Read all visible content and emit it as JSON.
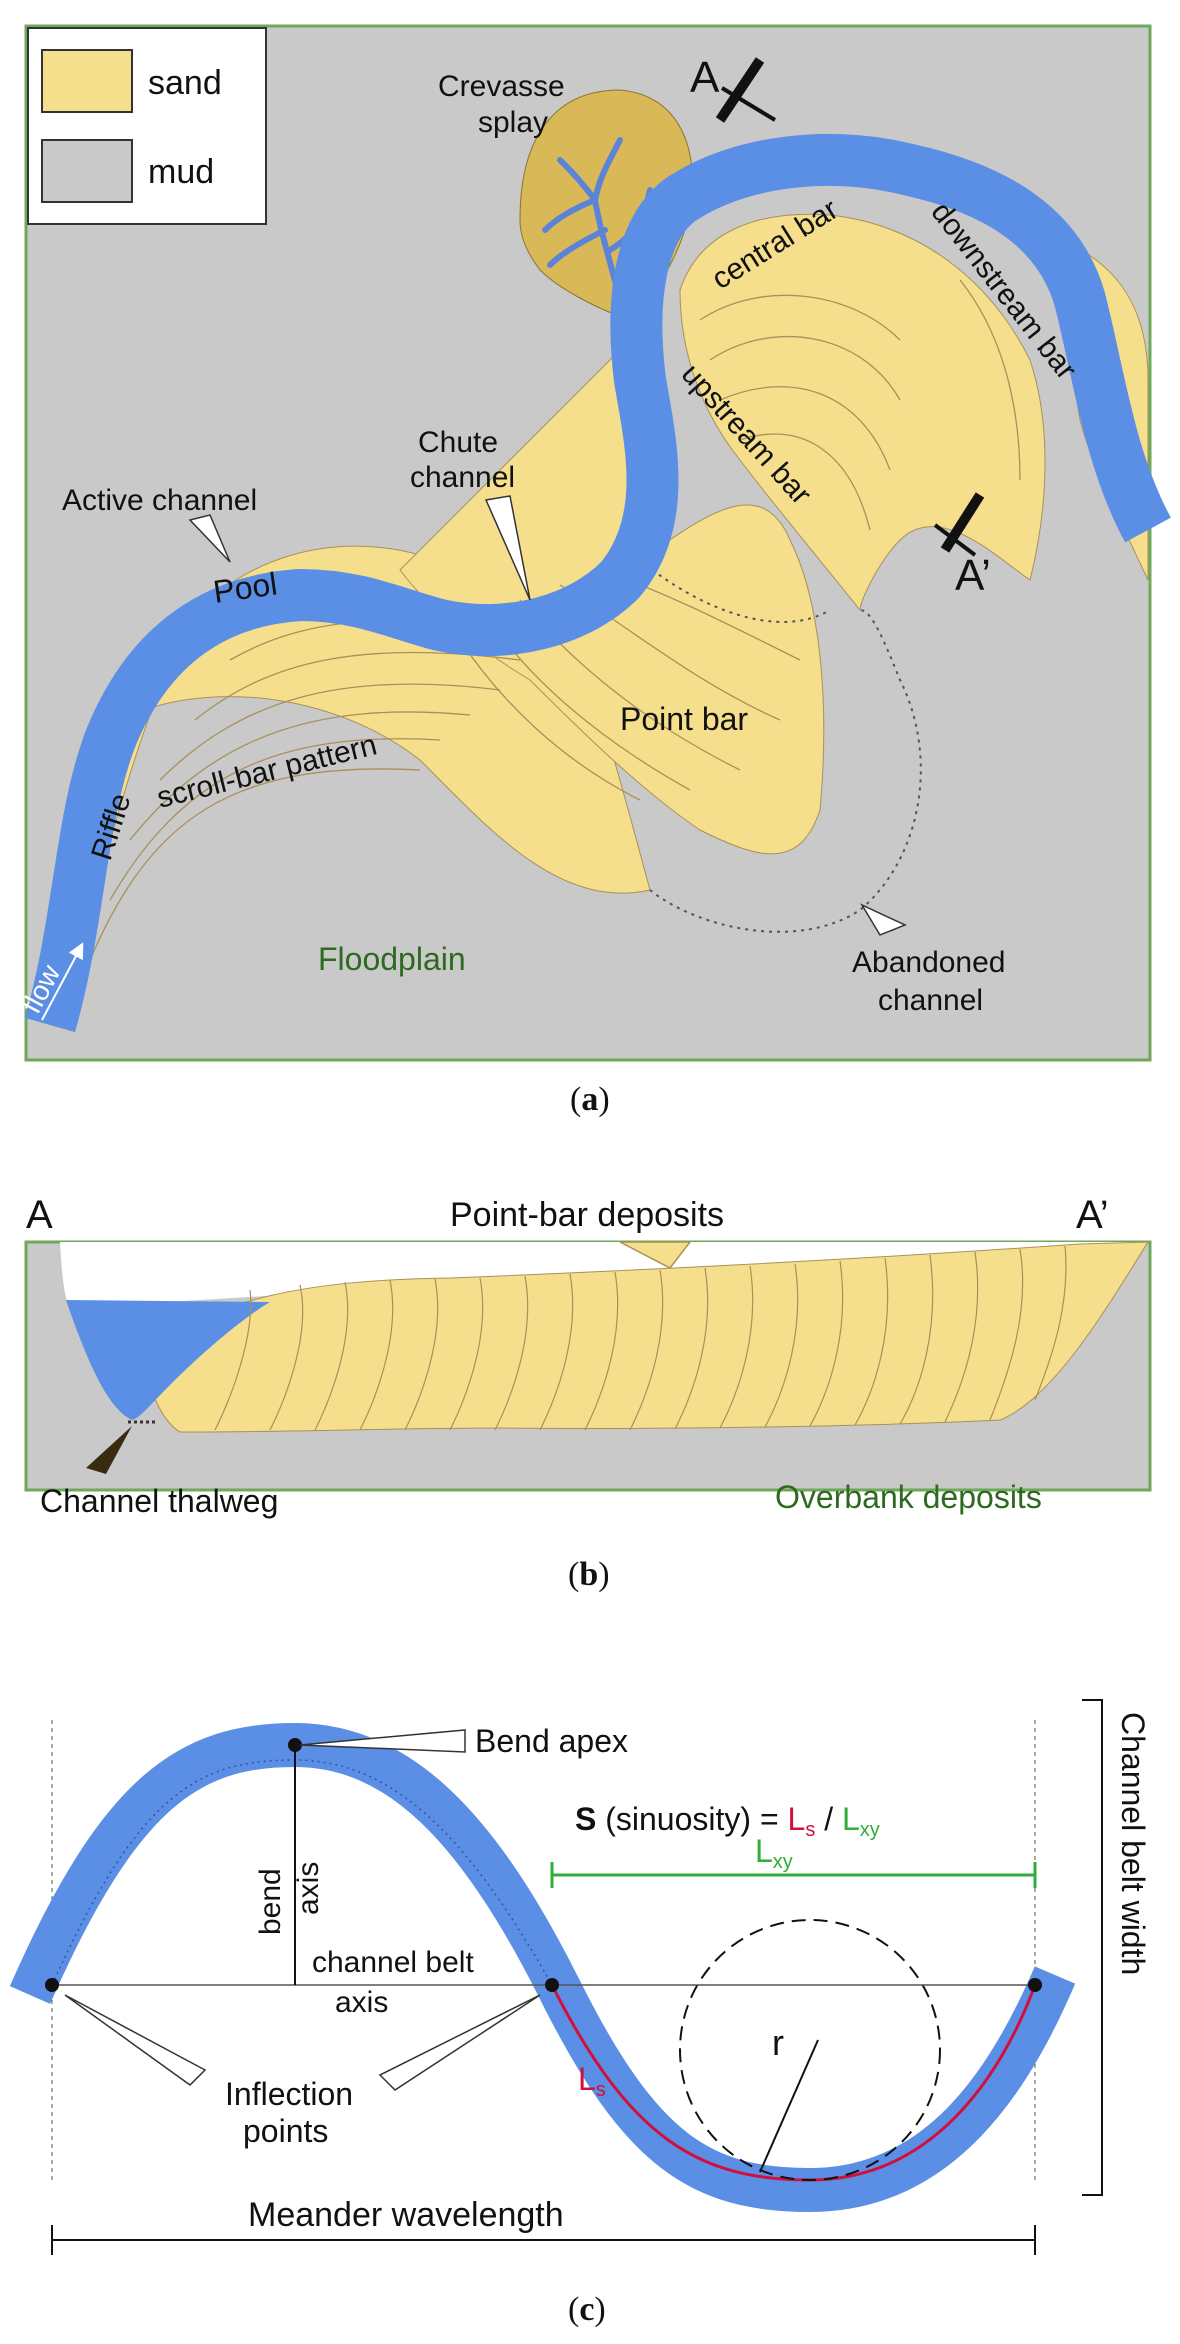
{
  "colors": {
    "sand": "#f6df8c",
    "mud": "#c9c9c9",
    "channel": "#5b8fe6",
    "splay": "#d9b857",
    "splay_channel": "#5b84d8",
    "green_text": "#2d6a1f",
    "ls_red": "#d0103a",
    "lxy_green": "#2fae3a",
    "frame_green": "#6fa85a",
    "line_brown": "#a8905a"
  },
  "legend": {
    "sand_label": "sand",
    "mud_label": "mud"
  },
  "panel_a": {
    "section_start": "A",
    "section_end": "A’",
    "crevasse_splay_line1": "Crevasse",
    "crevasse_splay_line2": "splay",
    "central_bar": "central bar",
    "downstream_bar": "downstream bar",
    "upstream_bar": "upstream bar",
    "chute_channel_line1": "Chute",
    "chute_channel_line2": "channel",
    "active_channel": "Active channel",
    "pool": "Pool",
    "point_bar": "Point bar",
    "scroll_bar_pattern": "scroll-bar pattern",
    "riffle": "Riffle",
    "flow": "flow",
    "floodplain": "Floodplain",
    "abandoned_channel_line1": "Abandoned",
    "abandoned_channel_line2": "channel",
    "caption_open": "(",
    "caption_letter": "a",
    "caption_close": ")"
  },
  "panel_b": {
    "section_start": "A",
    "section_end": "A’",
    "point_bar_deposits": "Point-bar deposits",
    "channel_thalweg": "Channel thalweg",
    "overbank_deposits": "Overbank deposits",
    "caption_open": "(",
    "caption_letter": "b",
    "caption_close": ")"
  },
  "panel_c": {
    "bend_apex": "Bend apex",
    "bend_axis_line1": "bend",
    "bend_axis_line2": "axis",
    "sinuosity_symbol": "S",
    "sinuosity_text": "(sinuosity) =",
    "ls_main": "L",
    "ls_sub": "s",
    "slash": "/",
    "lxy_main": "L",
    "lxy_sub": "xy",
    "channel_belt_axis_line1": "channel belt",
    "channel_belt_axis_line2": "axis",
    "channel_belt_width": "Channel belt width",
    "radius": "r",
    "inflection_points_line1": "Inflection",
    "inflection_points_line2": "points",
    "meander_wavelength": "Meander wavelength",
    "caption_open": "(",
    "caption_letter": "c",
    "caption_close": ")"
  }
}
